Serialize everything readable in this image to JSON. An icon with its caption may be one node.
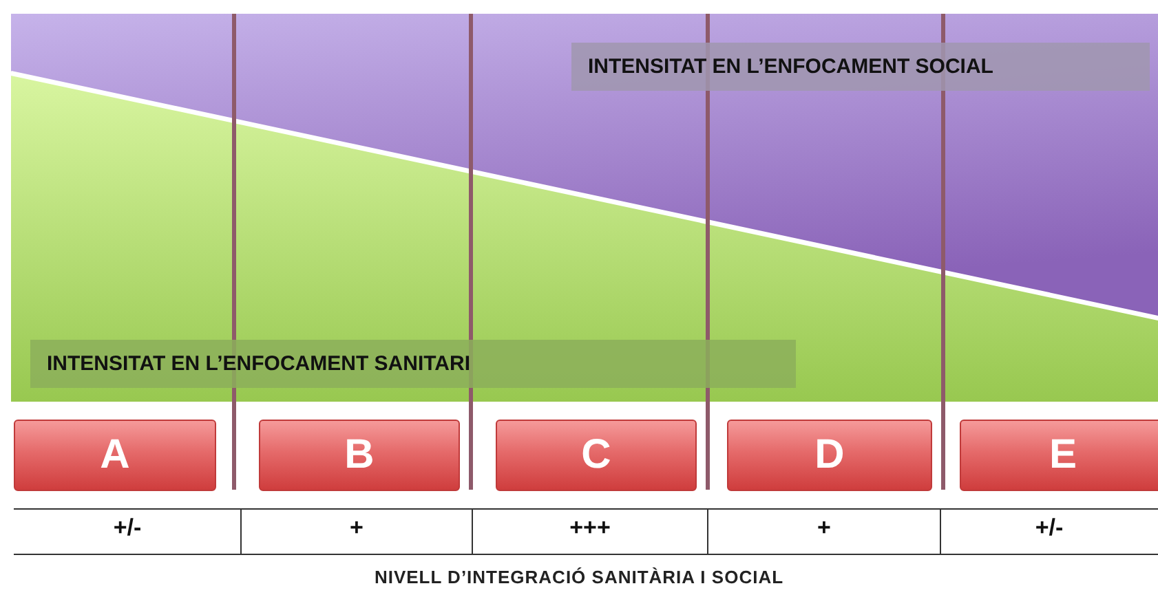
{
  "diagram": {
    "caption": "NIVELL D’INTEGRACIÓ SANITÀRIA I SOCIAL",
    "nodes": [
      {
        "text": [
          "INTENSITAT EN L’ENFOCAMENT SOCIAL"
        ]
      },
      {
        "text": [
          "INTENSITAT EN L’ENFOCAMENT SANITARI"
        ]
      },
      {
        "text": [
          "A"
        ]
      },
      {
        "text": [
          "B"
        ]
      },
      {
        "text": [
          "C"
        ]
      },
      {
        "text": [
          "D"
        ]
      },
      {
        "text": [
          "E"
        ]
      }
    ],
    "edges": [],
    "labels": [
      "+/-",
      "+",
      "+++",
      "+",
      "+/-"
    ]
  }
}
